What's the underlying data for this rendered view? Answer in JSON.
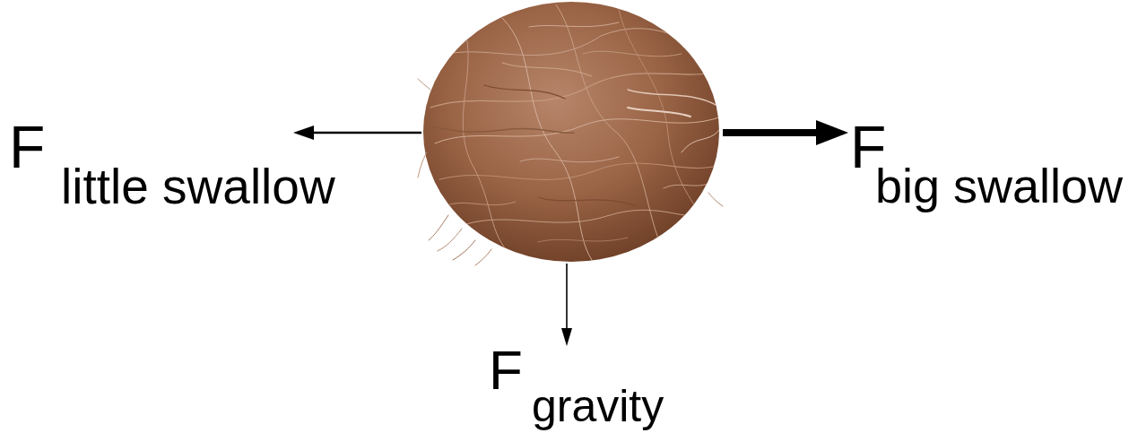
{
  "diagram": {
    "labels": [
      "F",
      "little swallow",
      "F",
      "big swallow",
      "F",
      "gravity"
    ]
  }
}
